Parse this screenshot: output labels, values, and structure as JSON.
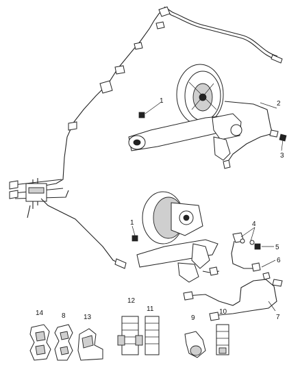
{
  "callouts": [
    {
      "id": "1",
      "text": "1"
    },
    {
      "id": "1b",
      "text": "1"
    },
    {
      "id": "2",
      "text": "2"
    },
    {
      "id": "3",
      "text": "3"
    },
    {
      "id": "4",
      "text": "4"
    },
    {
      "id": "5",
      "text": "5"
    },
    {
      "id": "6",
      "text": "6"
    },
    {
      "id": "7",
      "text": "7"
    },
    {
      "id": "8",
      "text": "8"
    },
    {
      "id": "9",
      "text": "9"
    },
    {
      "id": "10",
      "text": "10"
    },
    {
      "id": "11",
      "text": "11"
    },
    {
      "id": "12",
      "text": "12"
    },
    {
      "id": "13",
      "text": "13"
    },
    {
      "id": "14",
      "text": "14"
    }
  ]
}
